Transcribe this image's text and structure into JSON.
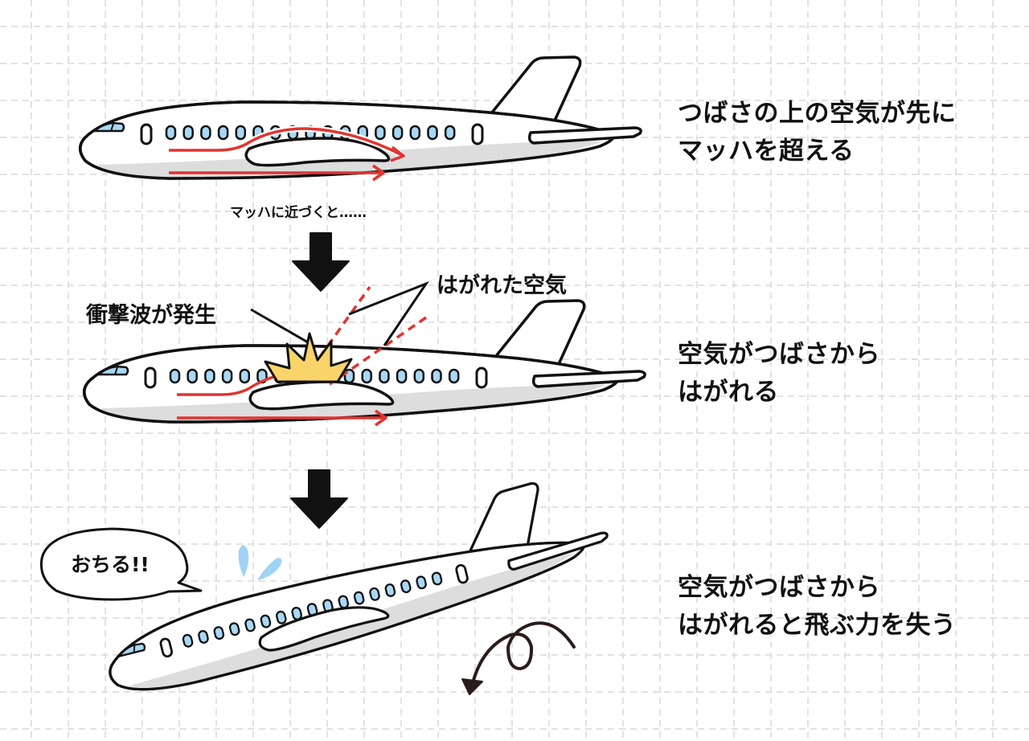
{
  "colors": {
    "background": "#ffffff",
    "grid": "#d9d9d9",
    "outline": "#111111",
    "window": "#a8d8f5",
    "belly_shade": "#dddddd",
    "airflow": "#e23430",
    "shockwave": "#f9d468",
    "sweat": "#9fd3f5",
    "spiral": "#2a1c1a"
  },
  "steps": [
    {
      "caption_lines": [
        "つばさの上の空気が先に",
        "マッハを超える"
      ]
    },
    {
      "caption_lines": [
        "空気がつばさから",
        "はがれる"
      ]
    },
    {
      "caption_lines": [
        "空気がつばさから",
        "はがれると飛ぶ力を失う"
      ]
    }
  ],
  "transition_label": "マッハに近づくと……",
  "callouts": {
    "shockwave": "衝撃波が発生",
    "separated_air": "はがれた空気"
  },
  "speech_bubble": "おちる!!",
  "icons": [
    "airplane-icon",
    "down-arrow-icon",
    "shockwave-burst-icon",
    "sweat-drops-icon",
    "spiral-fall-arrow-icon"
  ]
}
